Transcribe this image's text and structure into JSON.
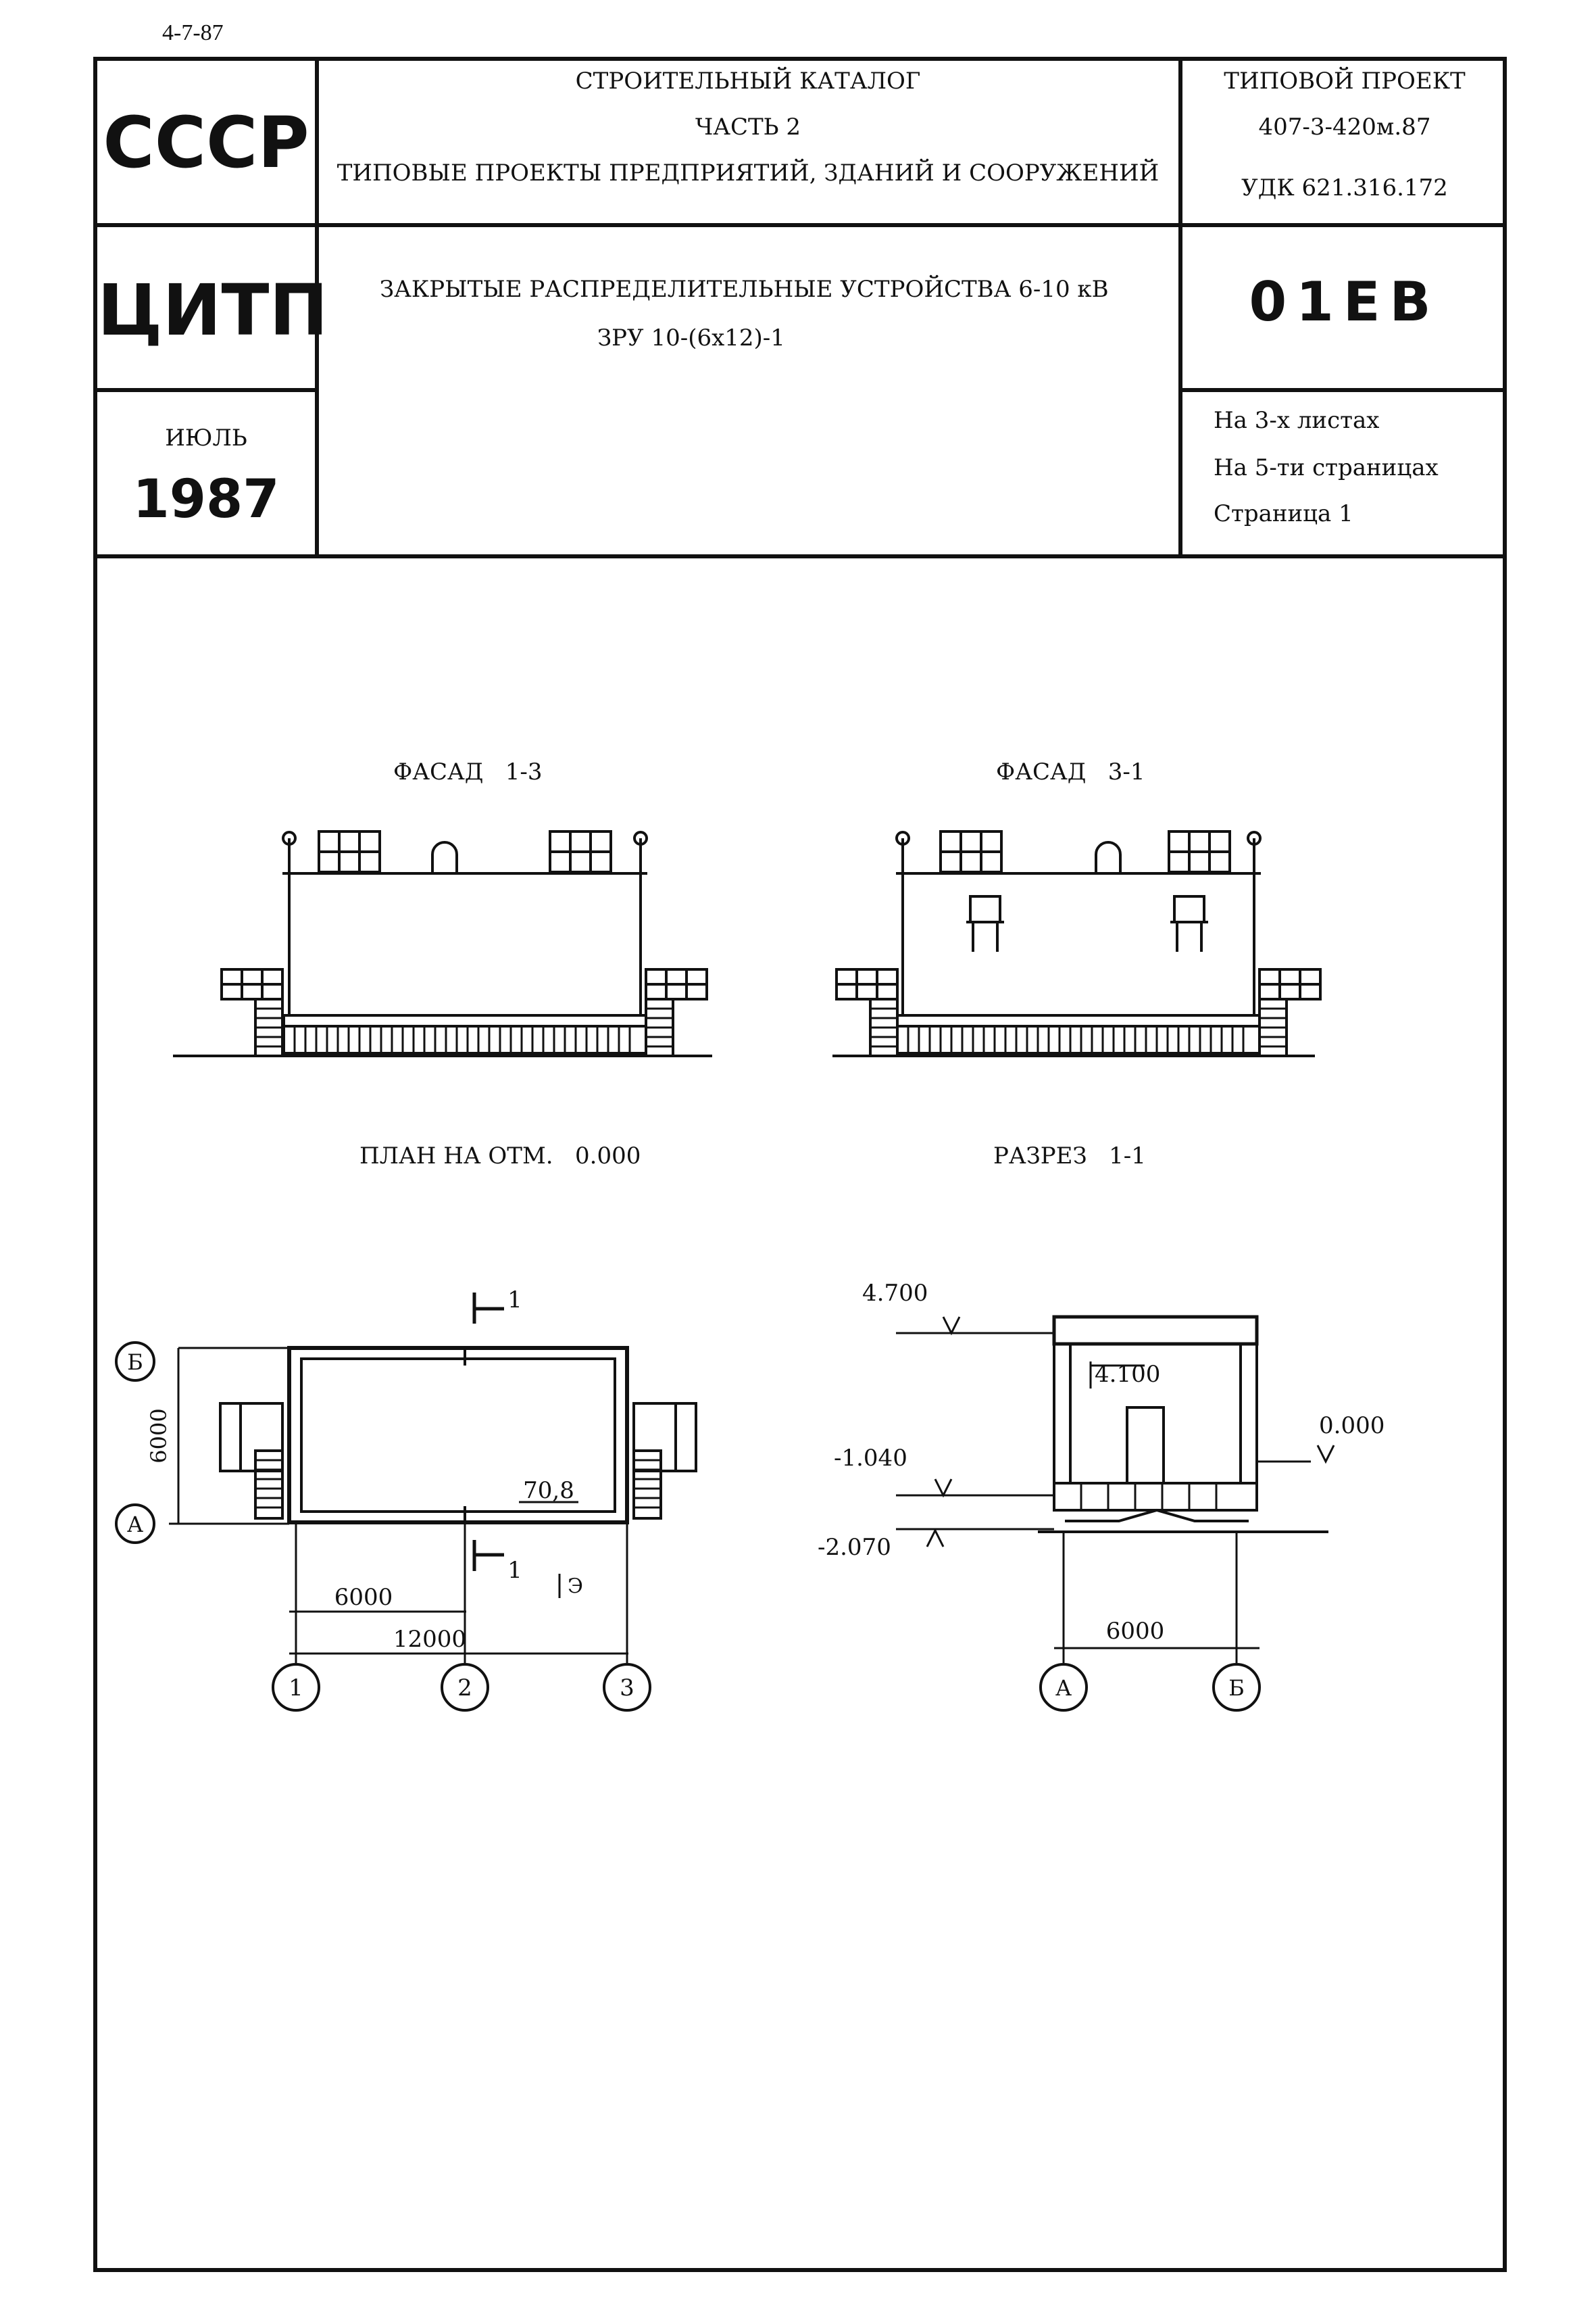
{
  "doc_number": "4-7-87",
  "header": {
    "org": "СССР",
    "center_lines": [
      "СТРОИТЕЛЬНЫЙ КАТАЛОГ",
      "ЧАСТЬ 2",
      "ТИПОВЫЕ ПРОЕКТЫ ПРЕДПРИЯТИЙ, ЗДАНИЙ И СООРУЖЕНИЙ"
    ],
    "right_lines": [
      "ТИПОВОЙ ПРОЕКТ",
      "407-3-420м.87",
      "УДК 621.316.172"
    ],
    "institute": "ЦИТП",
    "subject_lines": [
      "ЗАКРЫТЫЕ РАСПРЕДЕЛИТЕЛЬНЫЕ УСТРОЙСТВА 6-10 кВ",
      "ЗРУ 10-(6x12)-1"
    ],
    "code": "01EB",
    "month": "ИЮЛЬ",
    "year": "1987",
    "sheets": [
      "На 3-х листах",
      "На 5-ти страницах",
      "Страница 1"
    ]
  },
  "drawings": {
    "facade_1_title": "ФАСАД   1-3",
    "facade_2_title": "ФАСАД   3-1",
    "plan_title": "ПЛАН НА ОТМ.   0.000",
    "section_title": "РАЗРЕЗ   1-1",
    "plan": {
      "axis_letters": [
        "Б",
        "А"
      ],
      "axis_numbers": [
        "1",
        "2",
        "3"
      ],
      "dim_height": "6000",
      "dim_span": "6000",
      "dim_total": "12000",
      "area": "70,8",
      "cut_label": "1",
      "arrow_label": "Э"
    },
    "section": {
      "levels": [
        "4.700",
        "4.100",
        "0.000",
        "-1.040",
        "-2.070"
      ],
      "dim_width": "6000",
      "axis_letters": [
        "А",
        "Б"
      ]
    }
  }
}
